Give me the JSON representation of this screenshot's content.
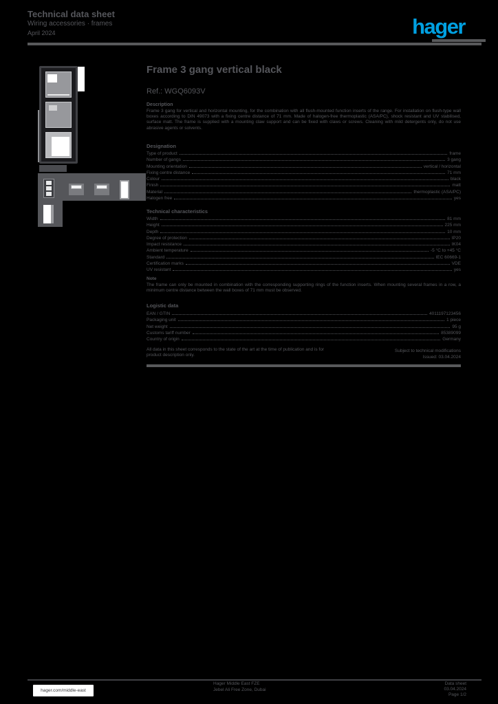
{
  "colors": {
    "page_bg": "#000000",
    "text": "#55565b",
    "rule": "#58595b",
    "accent": "#00a0e1",
    "chip_bg": "#ffffff"
  },
  "header": {
    "line1": "Technical data sheet",
    "line2": "Wiring accessories · frames",
    "line3": "April 2024",
    "logo": "hager"
  },
  "product_images": {
    "main": "frame-3-gang-vertical-photo",
    "thumbnails": [
      "frame-3-gang-thumbnail",
      "rocker-switch-thumbnail",
      "rocker-switch-thumbnail",
      "cover-plate-thumbnail",
      "cover-plate-vertical-thumbnail"
    ]
  },
  "main": {
    "title": "Frame 3 gang vertical black",
    "subtitle": "Ref.: WGQ6093V",
    "description_label": "Description",
    "description": "Frame 3 gang for vertical and horizontal mounting, for the combination with all flush-mounted function inserts of the range. For installation on flush-type wall boxes according to DIN 49073 with a fixing centre distance of 71 mm. Made of halogen-free thermoplastic (ASA/PC), shock resistant and UV stabilised, surface matt. The frame is supplied with a mounting claw support and can be fixed with claws or screws. Cleaning with mild detergents only, do not use abrasive agents or solvents.",
    "sections": [
      {
        "heading": "Designation",
        "rows": [
          {
            "label": "Type of product",
            "value": "frame"
          },
          {
            "label": "Number of gangs",
            "value": "3 gang"
          },
          {
            "label": "Mounting orientation",
            "value": "vertical / horizontal"
          },
          {
            "label": "Fixing centre distance",
            "value": "71 mm"
          },
          {
            "label": "Colour",
            "value": "black"
          },
          {
            "label": "Finish",
            "value": "matt"
          },
          {
            "label": "Material",
            "value": "thermoplastic (ASA/PC)"
          },
          {
            "label": "Halogen free",
            "value": "yes"
          }
        ]
      },
      {
        "heading": "Technical characteristics",
        "rows": [
          {
            "label": "Width",
            "value": "81 mm"
          },
          {
            "label": "Height",
            "value": "225 mm"
          },
          {
            "label": "Depth",
            "value": "10 mm"
          },
          {
            "label": "Degree of protection",
            "value": "IP20"
          },
          {
            "label": "Impact resistance",
            "value": "IK04"
          },
          {
            "label": "Ambient temperature",
            "value": "-5 °C to +45 °C"
          },
          {
            "label": "Standard",
            "value": "IEC 60669-1"
          },
          {
            "label": "Certification marks",
            "value": "VDE"
          },
          {
            "label": "UV resistant",
            "value": "yes"
          }
        ],
        "note_label": "Note",
        "note": "The frame can only be mounted in combination with the corresponding supporting rings of the function inserts. When mounting several frames in a row, a minimum centre distance between the wall boxes of 71 mm must be observed."
      },
      {
        "heading": "Logistic data",
        "rows": [
          {
            "label": "EAN / GTIN",
            "value": "4011197123456"
          },
          {
            "label": "Packaging unit",
            "value": "1 piece"
          },
          {
            "label": "Net weight",
            "value": "95 g"
          },
          {
            "label": "Customs tariff number",
            "value": "85389099"
          },
          {
            "label": "Country of origin",
            "value": "Germany"
          }
        ],
        "remark": "All data in this sheet corresponds to the state of the art at the time of publication and is for product description only.",
        "footnote1": "Subject to technical modifications",
        "footnote2": "Issued: 03.04.2024"
      }
    ]
  },
  "footer": {
    "website": "hager.com/middle-east",
    "center_line1": "Hager Middle East FZE",
    "center_line2": "Jebel Ali Free Zone, Dubai",
    "right_line1": "Data sheet",
    "right_line2": "03.04.2024",
    "right_line3": "Page 1/2"
  }
}
